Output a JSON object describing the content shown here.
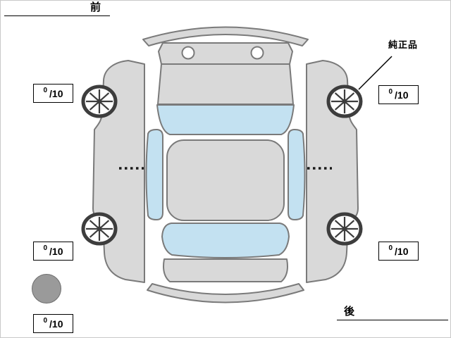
{
  "labels": {
    "front": "前",
    "rear": "後",
    "genuine_part": "純正品"
  },
  "tire_scores": {
    "front_left": {
      "value": "0",
      "denominator": "/10"
    },
    "front_right": {
      "value": "0",
      "denominator": "/10"
    },
    "rear_left": {
      "value": "0",
      "denominator": "/10"
    },
    "rear_right": {
      "value": "0",
      "denominator": "/10"
    },
    "spare": {
      "value": "0",
      "denominator": "/10"
    }
  },
  "colors": {
    "body": "#d9d9d9",
    "outline": "#7a7a7a",
    "glass": "#c3e1f1",
    "wheel": "#3d3d3d",
    "spare_fill": "#9a9a9a",
    "line": "#000000"
  }
}
